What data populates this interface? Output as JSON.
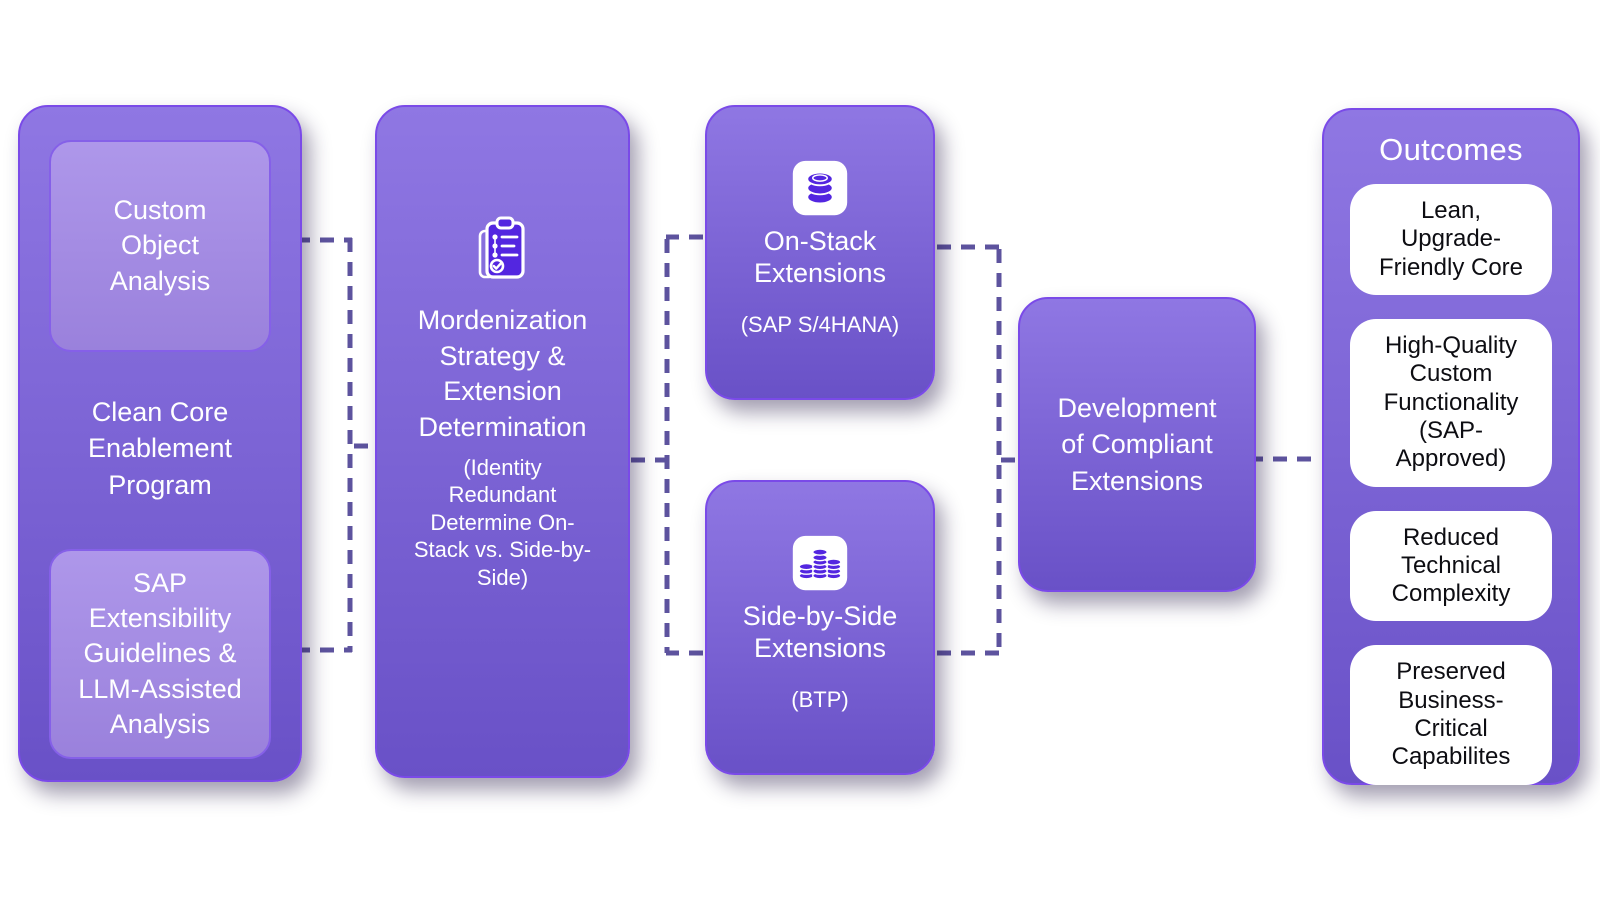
{
  "colors": {
    "box_gradient_top": "#8f77e3",
    "box_gradient_bottom": "#6951c7",
    "box_border": "#7a4ae8",
    "inner_box_fill": "#a78fe6",
    "icon_purple": "#5326e0",
    "connector": "#5d539e",
    "outcome_card_bg": "#ffffff",
    "outcome_text": "#0d0d12",
    "stage_text": "#ffffff"
  },
  "stage1": {
    "title": "Clean Core\nEnablement\nProgram",
    "sub_top": "Custom\nObject\nAnalysis",
    "sub_bottom": "SAP\nExtensibility\nGuidelines &\nLLM-Assisted\nAnalysis"
  },
  "stage2": {
    "icon": "clipboard-checklist-icon",
    "title": "Mordenization\nStrategy &\nExtension\nDetermination",
    "subtitle": "(Identity\nRedundant\nDetermine On-\nStack vs. Side-by-\nSide)"
  },
  "stage3_top": {
    "icon": "database-icon",
    "title": "On-Stack\nExtensions",
    "subtitle": "(SAP S/4HANA)"
  },
  "stage3_bottom": {
    "icon": "coin-stacks-icon",
    "title": "Side-by-Side\nExtensions",
    "subtitle": "(BTP)"
  },
  "stage4": {
    "title": "Development\nof Compliant\nExtensions"
  },
  "outcomes": {
    "title": "Outcomes",
    "items": [
      "Lean,\nUpgrade-\nFriendly Core",
      "High-Quality\nCustom\nFunctionality\n(SAP-\nApproved)",
      "Reduced\nTechnical\nComplexity",
      "Preserved\nBusiness-\nCritical\nCapabilites"
    ]
  }
}
